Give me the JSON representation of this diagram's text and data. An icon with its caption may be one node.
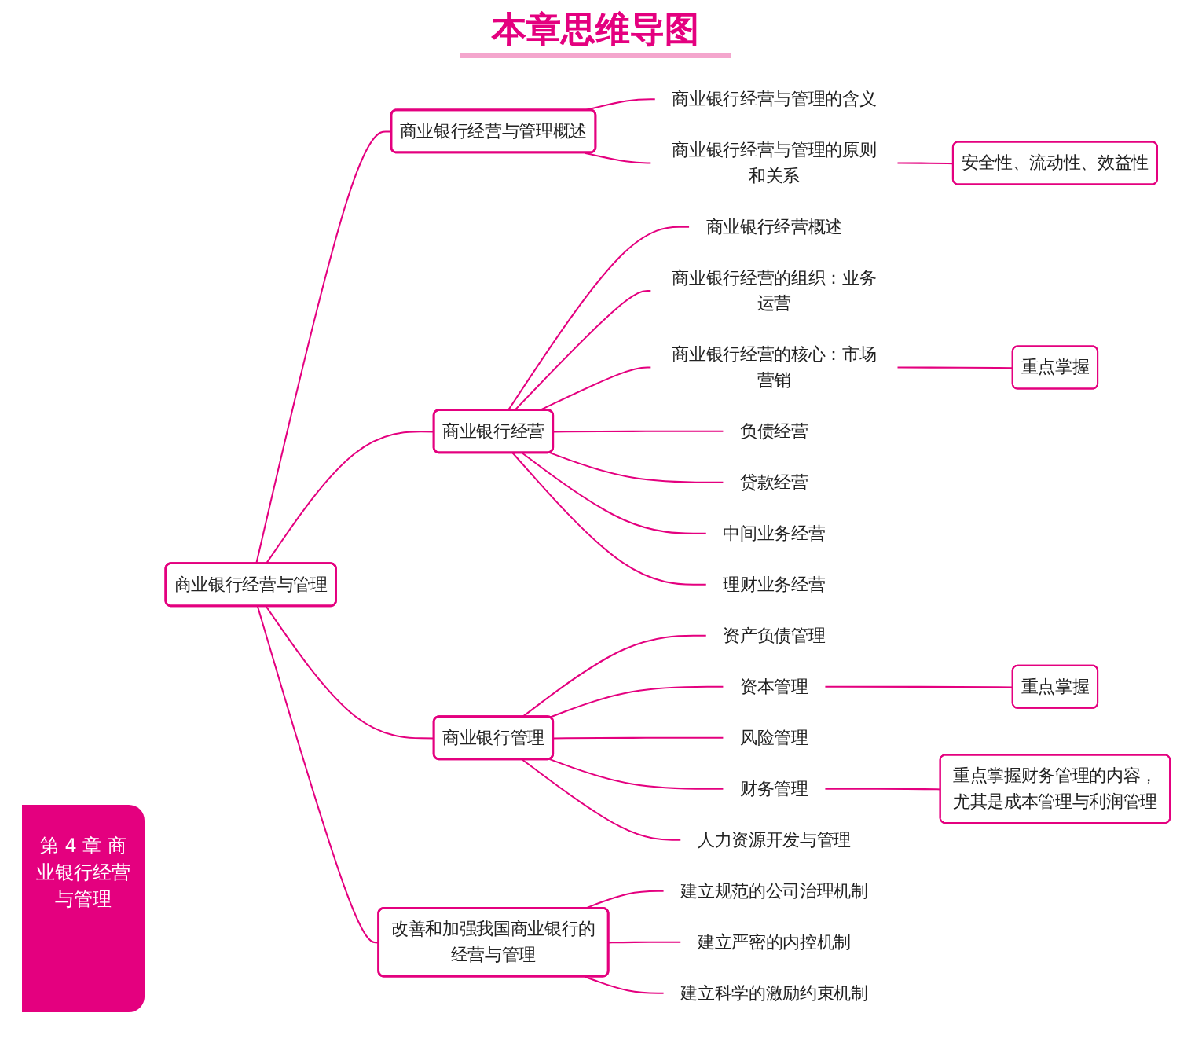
{
  "diagram": {
    "title": "本章思维导图",
    "nodes": [
      {
        "text": [
          "商业银行经营与管理"
        ]
      },
      {
        "text": [
          "商业银行经营与管理概述"
        ]
      },
      {
        "text": [
          "商业银行经营与管理的含义"
        ]
      },
      {
        "text": [
          "安全性、流动性、效益性"
        ]
      },
      {
        "text": [
          "商业银行经营与管理的原则和关系"
        ]
      },
      {
        "text": [
          "商业银行经营"
        ]
      },
      {
        "text": [
          "商业银行经营概述"
        ]
      },
      {
        "text": [
          "商业银行经营的组织：业务运营"
        ]
      },
      {
        "text": [
          "重点掌握"
        ]
      },
      {
        "text": [
          "商业银行经营的核心：市场营销"
        ]
      },
      {
        "text": [
          "负债经营"
        ]
      },
      {
        "text": [
          "贷款经营"
        ]
      },
      {
        "text": [
          "中间业务经营"
        ]
      },
      {
        "text": [
          "理财业务经营"
        ]
      },
      {
        "text": [
          "商业银行管理"
        ]
      },
      {
        "text": [
          "资产负债管理"
        ]
      },
      {
        "text": [
          "重点掌握"
        ]
      },
      {
        "text": [
          "资本管理"
        ]
      },
      {
        "text": [
          "风险管理"
        ]
      },
      {
        "text": [
          "重点掌握财务管理的内容，尤其是成本管理与利润管理"
        ]
      },
      {
        "text": [
          "财务管理"
        ]
      },
      {
        "text": [
          "人力资源开发与管理"
        ]
      },
      {
        "text": [
          "改善和加强我国商业银行的经营与管理"
        ]
      },
      {
        "text": [
          "建立规范的公司治理机制"
        ]
      },
      {
        "text": [
          "建立严密的内控机制"
        ]
      },
      {
        "text": [
          "建立科学的激励约束机制"
        ]
      }
    ],
    "edges": [
      {
        "from": 0,
        "to": 1,
        "arrow": "none"
      },
      {
        "from": 1,
        "to": 2,
        "arrow": "none"
      },
      {
        "from": 1,
        "to": 4,
        "arrow": "none"
      },
      {
        "from": 3,
        "to": 4,
        "arrow": "none"
      },
      {
        "from": 0,
        "to": 5,
        "arrow": "none"
      },
      {
        "from": 5,
        "to": 6,
        "arrow": "none"
      },
      {
        "from": 5,
        "to": 7,
        "arrow": "none"
      },
      {
        "from": 8,
        "to": 9,
        "arrow": "none"
      },
      {
        "from": 5,
        "to": 9,
        "arrow": "none"
      },
      {
        "from": 5,
        "to": 10,
        "arrow": "none"
      },
      {
        "from": 5,
        "to": 11,
        "arrow": "none"
      },
      {
        "from": 5,
        "to": 12,
        "arrow": "none"
      },
      {
        "from": 5,
        "to": 13,
        "arrow": "none"
      },
      {
        "from": 0,
        "to": 14,
        "arrow": "none"
      },
      {
        "from": 14,
        "to": 15,
        "arrow": "none"
      },
      {
        "from": 16,
        "to": 17,
        "arrow": "none"
      },
      {
        "from": 14,
        "to": 17,
        "arrow": "none"
      },
      {
        "from": 14,
        "to": 18,
        "arrow": "none"
      },
      {
        "from": 19,
        "to": 20,
        "arrow": "none"
      },
      {
        "from": 14,
        "to": 20,
        "arrow": "none"
      },
      {
        "from": 14,
        "to": 21,
        "arrow": "none"
      },
      {
        "from": 0,
        "to": 22,
        "arrow": "none"
      },
      {
        "from": 22,
        "to": 23,
        "arrow": "none"
      },
      {
        "from": 22,
        "to": 24,
        "arrow": "none"
      },
      {
        "from": 22,
        "to": 25,
        "arrow": "none"
      }
    ],
    "labels": [
      "第 4 章 商业银行经营与管理"
    ]
  }
}
